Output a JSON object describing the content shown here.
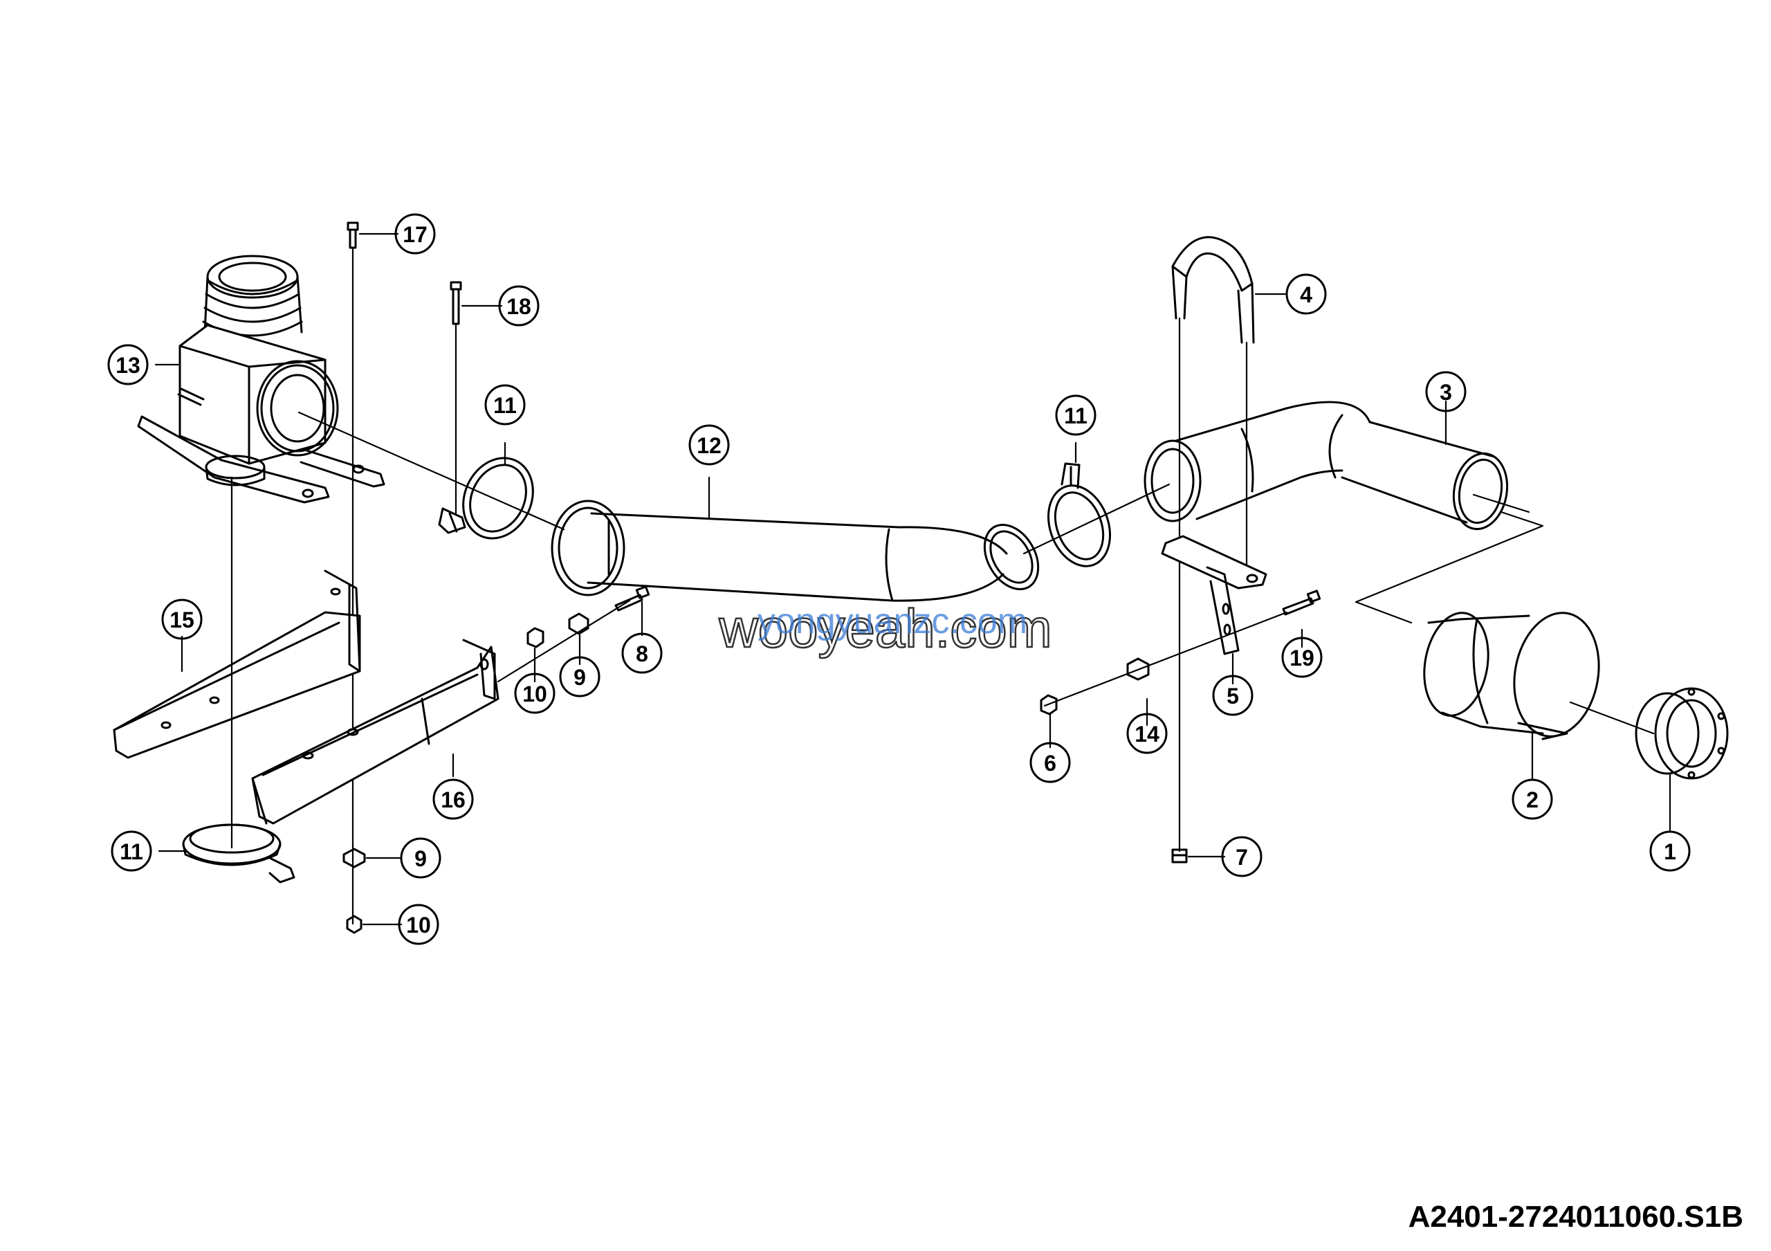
{
  "drawing_code": "A2401-2724011060.S1B",
  "watermark": {
    "main": "wooyeah.com",
    "overlay": "yongyuanzc.com"
  },
  "callouts": [
    {
      "id": "c1",
      "label": "1"
    },
    {
      "id": "c2",
      "label": "2"
    },
    {
      "id": "c3",
      "label": "3"
    },
    {
      "id": "c4",
      "label": "4"
    },
    {
      "id": "c5",
      "label": "5"
    },
    {
      "id": "c6",
      "label": "6"
    },
    {
      "id": "c7",
      "label": "7"
    },
    {
      "id": "c8",
      "label": "8"
    },
    {
      "id": "c9a",
      "label": "9"
    },
    {
      "id": "c9b",
      "label": "9"
    },
    {
      "id": "c10a",
      "label": "10"
    },
    {
      "id": "c10b",
      "label": "10"
    },
    {
      "id": "c11a",
      "label": "11"
    },
    {
      "id": "c11b",
      "label": "11"
    },
    {
      "id": "c11c",
      "label": "11"
    },
    {
      "id": "c12",
      "label": "12"
    },
    {
      "id": "c13",
      "label": "13"
    },
    {
      "id": "c14",
      "label": "14"
    },
    {
      "id": "c15",
      "label": "15"
    },
    {
      "id": "c16",
      "label": "16"
    },
    {
      "id": "c17",
      "label": "17"
    },
    {
      "id": "c18",
      "label": "18"
    },
    {
      "id": "c19",
      "label": "19"
    }
  ]
}
